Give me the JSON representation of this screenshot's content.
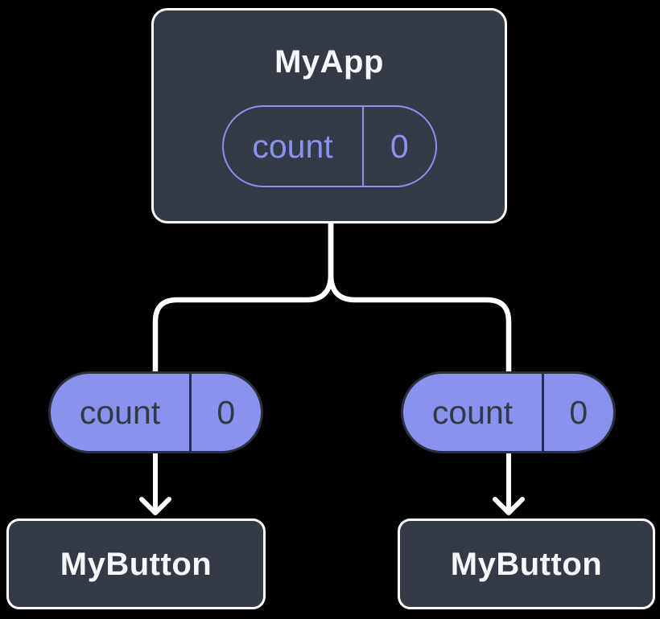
{
  "tree": {
    "root": {
      "title": "MyApp",
      "state": {
        "label": "count",
        "value": "0"
      }
    },
    "children": [
      {
        "title": "MyButton",
        "prop": {
          "label": "count",
          "value": "0"
        }
      },
      {
        "title": "MyButton",
        "prop": {
          "label": "count",
          "value": "0"
        }
      }
    ]
  },
  "colors": {
    "background": "#000000",
    "node_fill": "#343A46",
    "node_border": "#FFFFFF",
    "node_title_text": "#F6F7F9",
    "accent_purple": "#8A92EE",
    "pill_dark_border": "#2A303B",
    "pill_dark_text": "#333A46",
    "connector": "#FFFFFF"
  }
}
